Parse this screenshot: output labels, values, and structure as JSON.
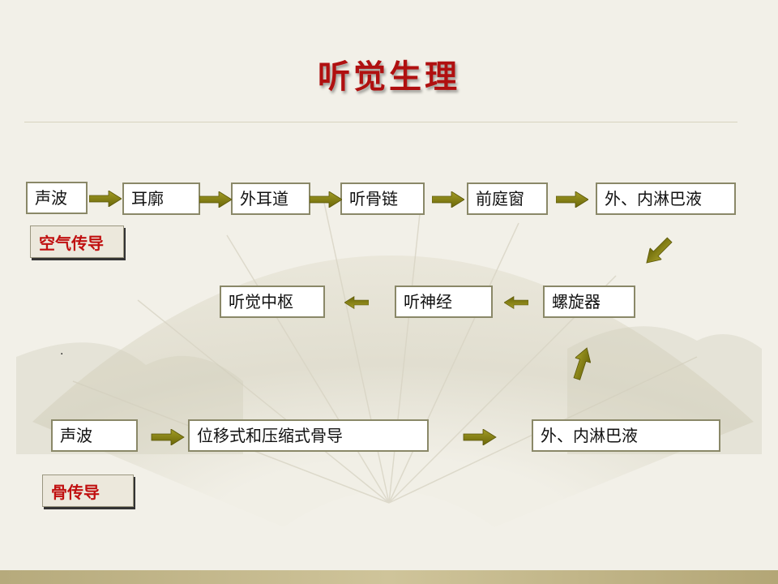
{
  "title": "听觉生理",
  "air": {
    "label": "空气传导",
    "row1": [
      "声波",
      "耳廓",
      "外耳道",
      "听骨链",
      "前庭窗",
      "外、内淋巴液"
    ],
    "row2": [
      "听觉中枢",
      "听神经",
      "螺旋器"
    ]
  },
  "bone": {
    "label": "骨传导",
    "row": [
      "声波",
      "位移式和压缩式骨导",
      "外、内淋巴液"
    ]
  },
  "stray_mark": ".",
  "colors": {
    "title": "#b01010",
    "label_text": "#c01010",
    "arrow_fill": "#7e7a10",
    "box_border": "#8a8868"
  },
  "icons": [
    "right-arrow-icon",
    "left-arrow-icon",
    "down-left-arrow-icon",
    "up-arrow-icon"
  ]
}
